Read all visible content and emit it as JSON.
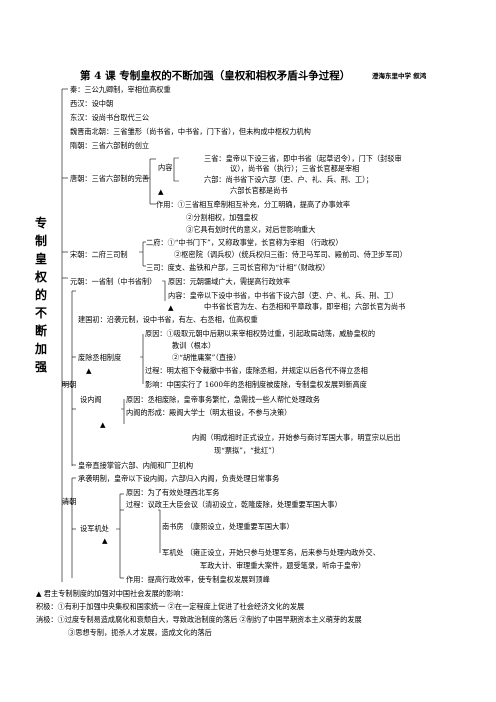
{
  "title": "第 4 课  专制皇权的不断加强（皇权和相权矛盾斗争过程）",
  "author": "澄海东里中学   叙鸿",
  "side_label": "专制皇权的不断加强",
  "lines": {
    "l1": "秦：三公九卿制，宰相位高权重",
    "l2": "西汉：设中朝",
    "l3": "东汉：设尚书台取代三公",
    "l4": "魏晋南北朝：三省雏形（尚书省，中书省，门下省），但未构成中枢权力机构",
    "l5": "隋朝：三省六部制的创立",
    "tang": "唐朝：三省六部制的完善",
    "neiron": "内容",
    "sansheng1": "三省：皇帝以下设三省，即中书省（起草诏令），门下（封驳审",
    "sansheng2": "议），尚书省（执行）；三省长官都是宰相",
    "liubu1": "六部：尚书省下设六部（吏、户、礼、兵、刑、工）；",
    "liubu2": "六部长官都是尚书",
    "zuoyong1": "作用：①三省相互牵制相互补充，分工明确，提高了办事效率",
    "zuoyong2": "②分割相权，加强皇权",
    "zuoyong3": "③它具有划时代的意义，对后世影响重大",
    "erfu": "二府：①“中书门下”，又称政事堂，长官称为宰相  （行政权）",
    "erfu2": "②枢密院（调兵权）(统兵权归三衙：侍卫马军司、殿前司、侍卫步军司）",
    "song": "宋朝：二府三司制",
    "sansi": "三司：度支、盐铁和户部，三司长官称为“计相”（财政权）",
    "yuan": "元朝：一省制（中书省制）",
    "yuanyin": "原因：元朝疆域广大，需提高行政效率",
    "yuan_nr1": "内容：皇帝以下设中书省，中书省下设六部（吏、户、礼、兵、刑、工）",
    "yuan_nr2": "中书省长官为左、右丞相和平章政事，即宰相；六部长官为尚书",
    "ming_jianguo": "建国初：沿袭元制，设中书省，有左、右丞相，位高权重",
    "feicheng_yy1": "原因：①吸取元朝中后期以来宰相权势过重，引起政局动荡，威胁皇权的",
    "feicheng_yy2": "教训（根本）",
    "feicheng_yy3": "②“胡惟庸案”（直接）",
    "feicheng": "废除丞相制度",
    "feicheng_gc": "过程：明太祖下令裁撤中书省，废除丞相，并规定以后各代不得立丞相",
    "feicheng_yx": "影响：中国实行了 1600年的丞相制度被废除，专制皇权发展到新高度",
    "ming": "明朝",
    "neige": "设内阁",
    "neige_yy": "原因：丞相废除，皇帝事务繁忙，急需找一些人帮忙处理政务",
    "neige_xc": "内阁的形成：殿阁大学士（明太祖设，不参与决策）",
    "neige_fz1": "内阁（明成祖时正式设立，开始参与商讨军国大事，明宣宗以后出",
    "neige_fz2": "现“票拟”，“批红”）",
    "ming_dongchang": "皇帝直接掌管六部、内阁和厂卫机构",
    "qing_cx": "承袭明制，皇帝以下设内阁，六部归入内阁，负责处理日常事务",
    "qing": "清朝",
    "jjc_yy": "原因：为了有效处理西北军务",
    "jjc_gc": "过程：议政王大臣会议（清初设立，乾隆废除，处理重要军国大事）",
    "jjc": "设军机处",
    "nanshufang": "南书房   （康熙设立，处理重要军国大事）",
    "junjichu1": "军机处   （雍正设立，开始只参与处理军务，后来参与处理内政外交、",
    "junjichu2": "军政大计、审理重大案件，题受笔录，听命于皇帝）",
    "jjc_zy": "作用：提高行政效率，使专制皇权发展到顶峰",
    "summary1": "▲  君主专制制度的加强对中国社会发展的影响：",
    "summary2": "积极：①有利于加强中央集权和国家统一   ②在一定程度上促进了社会经济文化的发展",
    "summary3": "消极：①过度专制易造成腐化和衰颓自大，导致政治制度的落后  ②制约了中国早期资本主义萌芽的发展",
    "summary4": "③思想专制，扼杀人才发展，造成文化的落后"
  }
}
